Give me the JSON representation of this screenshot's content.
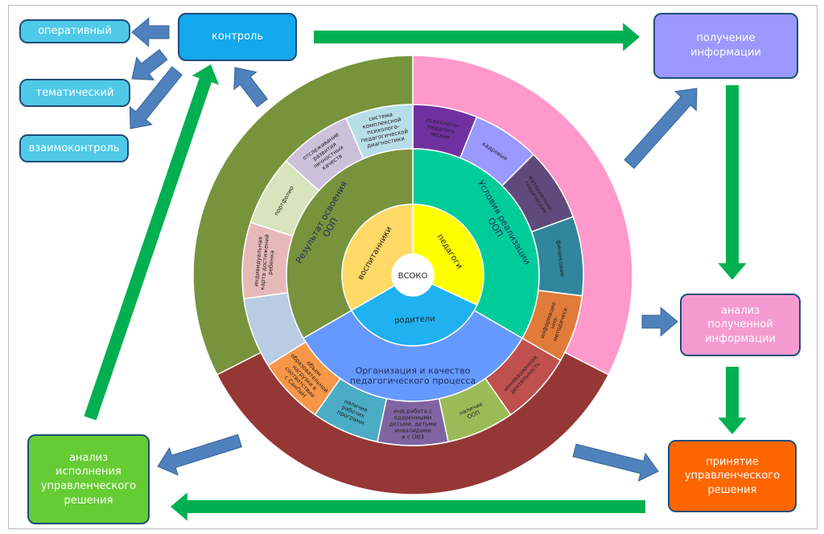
{
  "boxes": {
    "operative": "оперативный",
    "control": "контроль",
    "thematic": "тематический",
    "mutual": "взаимоконтроль",
    "receive": "получение\nинформации",
    "analysis": "анализ\nполученной\nинформации",
    "decision": "принятие\nуправленческого\nрешения",
    "execution": "анализ\nисполнения\nуправленческого\nрешения"
  },
  "center": "ВСОКО",
  "core": [
    {
      "label": "педагоги",
      "color": "#ffff00",
      "from": 0,
      "to": 115
    },
    {
      "label": "родители",
      "color": "#1fb1f0",
      "from": 115,
      "to": 240
    },
    {
      "label": "воспитанники",
      "color": "#ffd966",
      "from": 240,
      "to": 360
    }
  ],
  "inner": [
    {
      "label": "Условия реализации\nООП",
      "color": "#00cc99",
      "from": 0,
      "to": 120
    },
    {
      "label": "Организация и качество\nпедагогического процесса",
      "color": "#6699ff",
      "from": 120,
      "to": 240
    },
    {
      "label": "Результат освоения\nООП",
      "color": "#77933c",
      "from": 240,
      "to": 360
    }
  ],
  "middle": [
    {
      "label": "психолого-\nпедагоги\nческие",
      "color": "#7030a0",
      "from": 0,
      "to": 22
    },
    {
      "label": "кадровые",
      "color": "#9999ff",
      "from": 22,
      "to": 45
    },
    {
      "label": "материально-\nтехнические",
      "color": "#604a7b",
      "from": 45,
      "to": 70
    },
    {
      "label": "финансовые",
      "color": "#31859c",
      "from": 70,
      "to": 97
    },
    {
      "label": "информацио\nнно-\nметодическ",
      "color": "#e07b39",
      "from": 97,
      "to": 120
    },
    {
      "label": "инновационная\nдеятельность",
      "color": "#c0504d",
      "from": 120,
      "to": 145
    },
    {
      "label": "наличие\nООП",
      "color": "#9bbb59",
      "from": 145,
      "to": 168
    },
    {
      "label": "инд.работа с\nодаренными\nдетьми, детьми\nинвалидами\nи с ОВЗ",
      "color": "#8064a2",
      "from": 168,
      "to": 192
    },
    {
      "label": "наличие\nрабочих\nпрограмм",
      "color": "#4bacc6",
      "from": 192,
      "to": 215
    },
    {
      "label": "объем\nобразовательной\nнагрузки в\nсоответствии\nс СанПиН",
      "color": "#f79646",
      "from": 215,
      "to": 238
    },
    {
      "label": "",
      "color": "#b8cce4",
      "from": 238,
      "to": 262
    },
    {
      "label": "индивидуальная\nкарта достижений\nребенка",
      "color": "#e6b9b8",
      "from": 262,
      "to": 288
    },
    {
      "label": "портфолио",
      "color": "#d7e4bd",
      "from": 288,
      "to": 312
    },
    {
      "label": "отслеживание\nразвития\nличностных\nкачеств",
      "color": "#ccc1da",
      "from": 312,
      "to": 337
    },
    {
      "label": "система\nкомплексной\nпсихолого-\nпедагогической\nдиагностики",
      "color": "#b7dee8",
      "from": 337,
      "to": 360
    }
  ],
  "outer": [
    {
      "color": "#ff99cc",
      "from": 0,
      "to": 117
    },
    {
      "color": "#953735",
      "from": 117,
      "to": 243
    },
    {
      "color": "#77933c",
      "from": 243,
      "to": 360
    }
  ],
  "colors": {
    "green_arrow": "#00b050",
    "blue_arrow": "#4f81bd"
  }
}
